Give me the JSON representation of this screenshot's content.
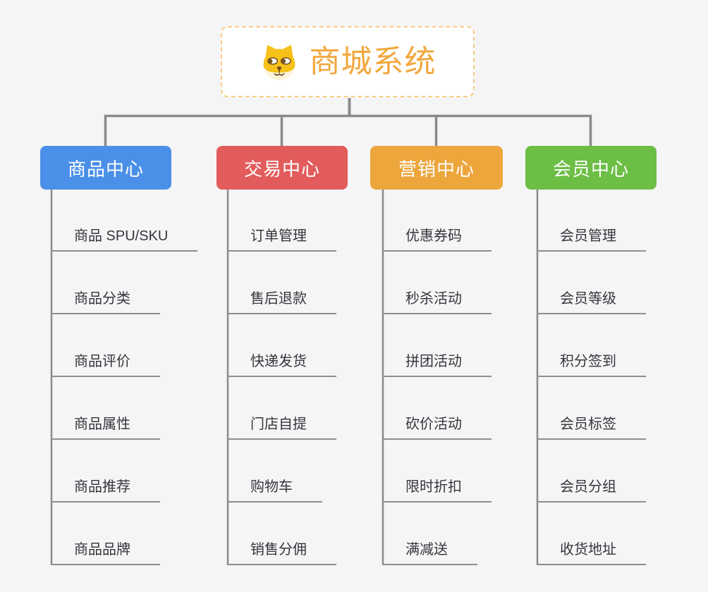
{
  "canvas": {
    "background": "#F5F5F6",
    "connector_color": "#8A8A8A",
    "underline_color": "#8E8E8E"
  },
  "root": {
    "title": "商城系统",
    "title_color": "#F2A73D",
    "border_color": "#F8CD82",
    "icon": "shiba-dog-icon"
  },
  "branches": [
    {
      "label": "商品中心",
      "color": "#4B90E8",
      "items": [
        "商品 SPU/SKU",
        "商品分类",
        "商品评价",
        "商品属性",
        "商品推荐",
        "商品品牌"
      ]
    },
    {
      "label": "交易中心",
      "color": "#E25C5C",
      "items": [
        "订单管理",
        "售后退款",
        "快递发货",
        "门店自提",
        "购物车",
        "销售分佣"
      ]
    },
    {
      "label": "营销中心",
      "color": "#ECA63C",
      "items": [
        "优惠券码",
        "秒杀活动",
        "拼团活动",
        "砍价活动",
        "限时折扣",
        "满减送"
      ]
    },
    {
      "label": "会员中心",
      "color": "#6CBE45",
      "items": [
        "会员管理",
        "会员等级",
        "积分签到",
        "会员标签",
        "会员分组",
        "收货地址"
      ]
    }
  ]
}
